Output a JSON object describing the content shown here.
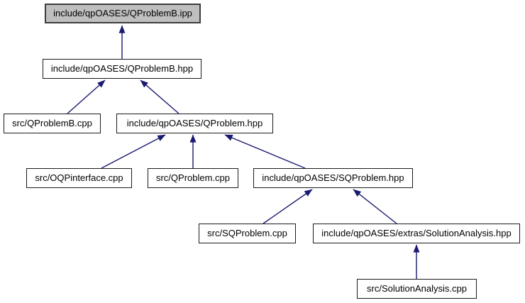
{
  "diagram": {
    "type": "include-dependency-graph",
    "colors": {
      "edge": "#191970",
      "node_fill": "#ffffff",
      "node_border": "#1a1a1a",
      "highlight_fill": "#bfbfbf",
      "highlight_border": "#3d3d3d",
      "background": "#ffffff"
    },
    "nodes": [
      {
        "id": "qproblemb-ipp",
        "label": "include/qpOASES/QProblemB.ipp",
        "highlighted": true
      },
      {
        "id": "qproblemb-hpp",
        "label": "include/qpOASES/QProblemB.hpp",
        "highlighted": false
      },
      {
        "id": "qproblemb-cpp",
        "label": "src/QProblemB.cpp",
        "highlighted": false
      },
      {
        "id": "qproblem-hpp",
        "label": "include/qpOASES/QProblem.hpp",
        "highlighted": false
      },
      {
        "id": "oqpinterface-cpp",
        "label": "src/OQPinterface.cpp",
        "highlighted": false
      },
      {
        "id": "qproblem-cpp",
        "label": "src/QProblem.cpp",
        "highlighted": false
      },
      {
        "id": "sqproblem-hpp",
        "label": "include/qpOASES/SQProblem.hpp",
        "highlighted": false
      },
      {
        "id": "sqproblem-cpp",
        "label": "src/SQProblem.cpp",
        "highlighted": false
      },
      {
        "id": "solutionanalysis-hpp",
        "label": "include/qpOASES/extras/SolutionAnalysis.hpp",
        "highlighted": false
      },
      {
        "id": "solutionanalysis-cpp",
        "label": "src/SolutionAnalysis.cpp",
        "highlighted": false
      }
    ],
    "edges": [
      {
        "from": "qproblemb-hpp",
        "to": "qproblemb-ipp"
      },
      {
        "from": "qproblemb-cpp",
        "to": "qproblemb-hpp"
      },
      {
        "from": "qproblem-hpp",
        "to": "qproblemb-hpp"
      },
      {
        "from": "oqpinterface-cpp",
        "to": "qproblem-hpp"
      },
      {
        "from": "qproblem-cpp",
        "to": "qproblem-hpp"
      },
      {
        "from": "sqproblem-hpp",
        "to": "qproblem-hpp"
      },
      {
        "from": "sqproblem-cpp",
        "to": "sqproblem-hpp"
      },
      {
        "from": "solutionanalysis-hpp",
        "to": "sqproblem-hpp"
      },
      {
        "from": "solutionanalysis-cpp",
        "to": "solutionanalysis-hpp"
      }
    ]
  }
}
